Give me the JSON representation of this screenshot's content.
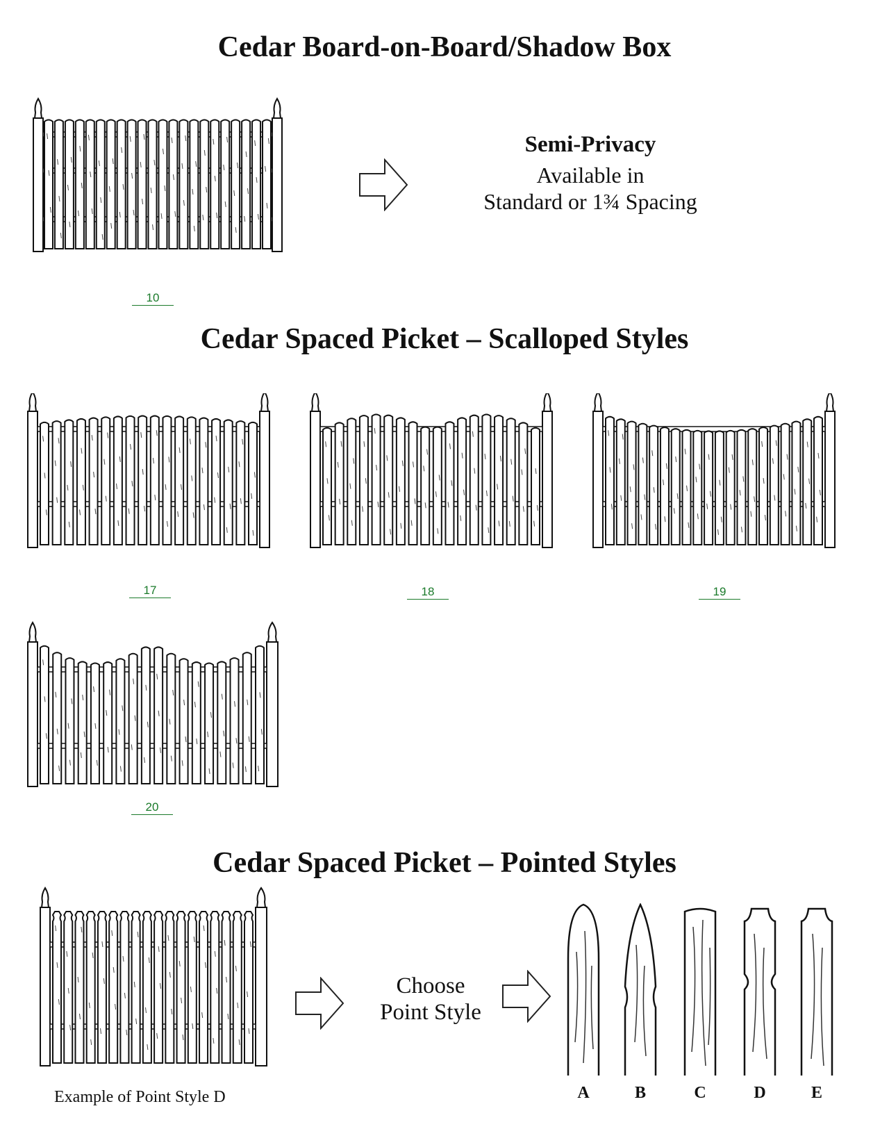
{
  "section1": {
    "title": "Cedar Board-on-Board/Shadow Box",
    "info_title": "Semi-Privacy",
    "info_line1": "Available in",
    "info_line2": "Standard or 1¾ Spacing",
    "style_number": "10"
  },
  "section2": {
    "title": "Cedar Spaced Picket – Scalloped Styles",
    "style_numbers": [
      "17",
      "18",
      "19",
      "20"
    ]
  },
  "section3": {
    "title": "Cedar Spaced Picket – Pointed Styles",
    "choose_line1": "Choose",
    "choose_line2": "Point Style",
    "example_caption": "Example of Point Style D",
    "point_styles": [
      "A",
      "B",
      "C",
      "D",
      "E"
    ]
  },
  "icons": {
    "arrow": "right-arrow-outline-icon",
    "fence": "fence-illustration"
  }
}
